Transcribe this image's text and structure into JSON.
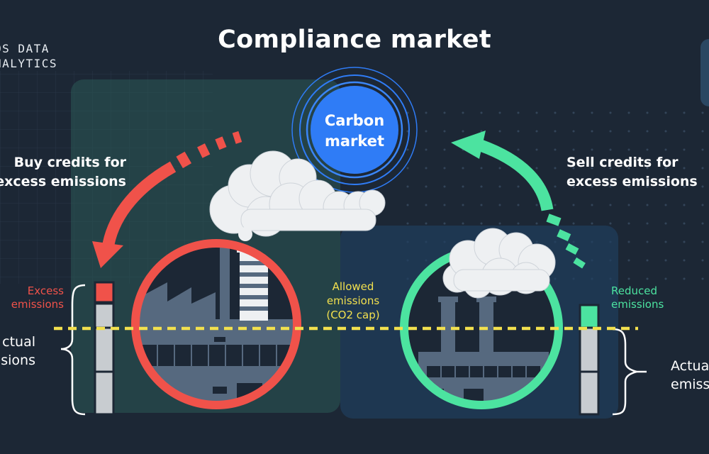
{
  "title": "Compliance market",
  "brand": {
    "line1": "OS DATA",
    "line2": "NALYTICS"
  },
  "carbon_market": {
    "line1": "Carbon",
    "line2": "market"
  },
  "left_side": {
    "action_line1": "Buy credits for",
    "action_line2": "excess emissions",
    "bar_label_line1": "Excess",
    "bar_label_line2": "emissions",
    "actual_line1": "ctual",
    "actual_line2": "sions"
  },
  "right_side": {
    "action_line1": "Sell credits for",
    "action_line2": "excess emissions",
    "bar_label_line1": "Reduced",
    "bar_label_line2": "emissions",
    "actual_line1": "Actua",
    "actual_line2": "emiss"
  },
  "cap": {
    "line1": "Allowed",
    "line2": "emissions",
    "line3": "(CO2 cap)"
  },
  "colors": {
    "background": "#1c2735",
    "excess_red": "#f0524a",
    "reduced_green": "#4ce3a0",
    "cap_yellow": "#f2e04e",
    "market_blue": "#2f7cf6",
    "factory_slate": "#56697f",
    "smoke": "#eef0f2"
  }
}
